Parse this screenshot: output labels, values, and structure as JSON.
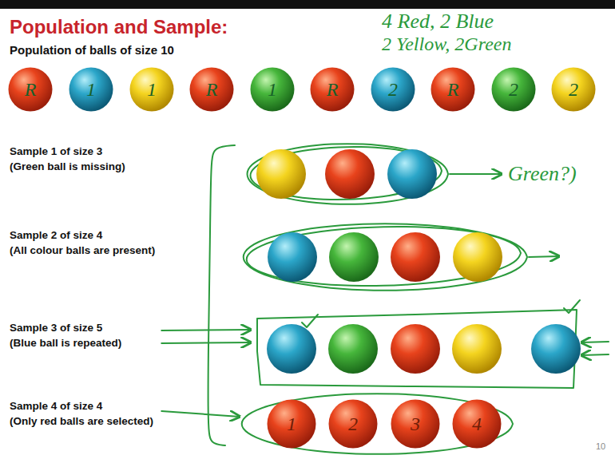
{
  "diagram": {
    "title": "Population and Sample:",
    "nodes": [
      {
        "text": [
          "R"
        ]
      },
      {
        "text": [
          "1"
        ]
      },
      {
        "text": [
          "1"
        ]
      },
      {
        "text": [
          "R"
        ]
      },
      {
        "text": [
          "1"
        ]
      },
      {
        "text": [
          "R"
        ]
      },
      {
        "text": [
          "2"
        ]
      },
      {
        "text": [
          "R"
        ]
      },
      {
        "text": [
          "2"
        ]
      },
      {
        "text": [
          "2"
        ]
      },
      {
        "text": [
          "1"
        ]
      },
      {
        "text": [
          "2"
        ]
      },
      {
        "text": [
          "3"
        ]
      },
      {
        "text": [
          "4"
        ]
      }
    ],
    "labels": [
      "Population of balls of size 10",
      "4 Red, 2 Blue",
      "2 Yellow, 2Green",
      "Sample 1 of size 3",
      "(Green ball is missing)",
      "Green?)",
      "Sample 2 of size 4",
      "(All colour balls are present)",
      "Sample 3 of size 5",
      "(Blue ball is repeated)",
      "Sample 4 of size 4",
      "(Only red balls are selected)",
      "10"
    ]
  }
}
